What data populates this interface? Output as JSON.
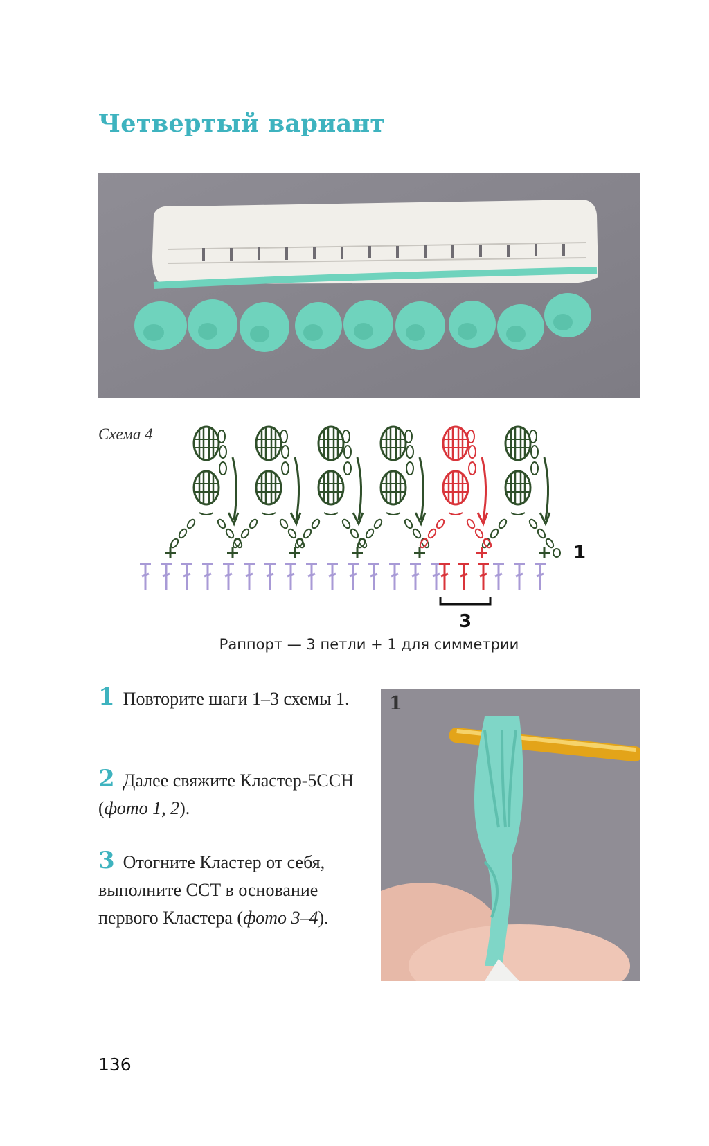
{
  "page": {
    "title": "Четвертый вариант",
    "number": "136"
  },
  "photos": {
    "main_icon": "crochet-edging-photo",
    "step_icon": "crochet-hook-photo",
    "step_photo_label": "1"
  },
  "schema": {
    "label": "Схема 4",
    "row_label": "1",
    "repeat_label": "3",
    "caption": "Раппорт — 3 петли + 1 для симметрии"
  },
  "colors": {
    "accent": "#3eb3bf",
    "scheme_green": "#2f4f2a",
    "scheme_red": "#d9343a",
    "scheme_lilac": "#a89ad6"
  },
  "steps": [
    {
      "num": "1",
      "parts": [
        "Повторите шаги 1–3 схемы 1."
      ]
    },
    {
      "num": "2",
      "parts": [
        "Далее свяжите Кластер-5ССН (",
        "фото 1, 2",
        ")."
      ]
    },
    {
      "num": "3",
      "parts": [
        "Отогните Кластер от себя, выполните ССТ в основание первого Кластера (",
        "фото 3–4",
        ")."
      ]
    }
  ]
}
